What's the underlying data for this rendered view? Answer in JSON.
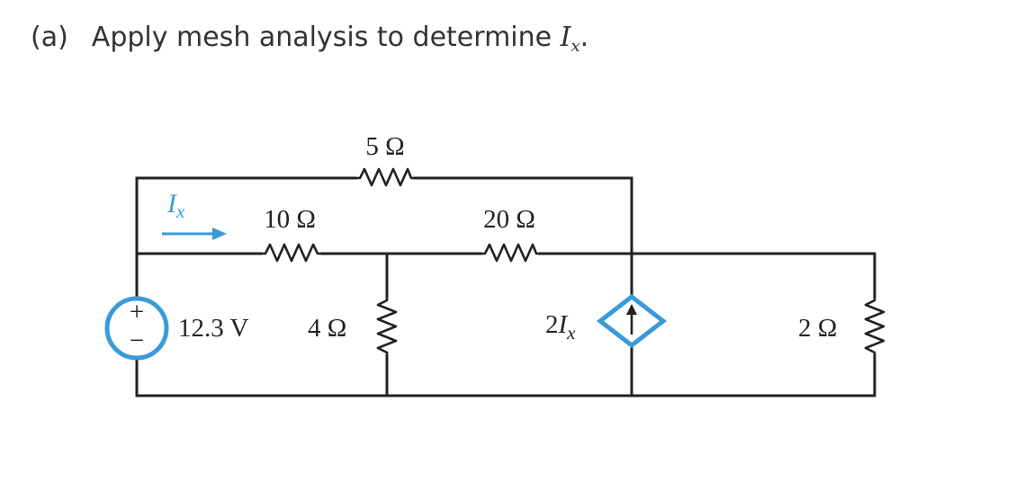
{
  "question": {
    "part": "(a)",
    "text": "Apply mesh analysis to determine ",
    "var_main": "I",
    "var_sub": "x",
    "period": "."
  },
  "circuit": {
    "source_voltage": "12.3 V",
    "source_plus": "+",
    "source_minus": "−",
    "current_label_main": "I",
    "current_label_sub": "x",
    "r_top": "5 Ω",
    "r_10": "10 Ω",
    "r_20": "20 Ω",
    "r_4": "4 Ω",
    "r_2": "2 Ω",
    "dep_source_coef": "2",
    "dep_source_var": "I",
    "dep_source_sub": "x",
    "accent_color": "#3a9ad9"
  }
}
